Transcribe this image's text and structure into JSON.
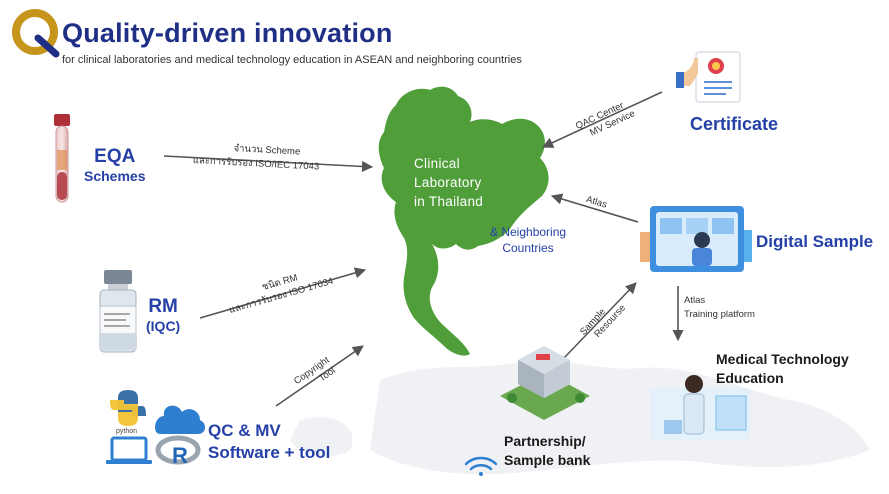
{
  "header": {
    "title": "Quality-driven innovation",
    "subtitle": "for clinical laboratories and medical technology education in ASEAN and neighboring countries"
  },
  "center": {
    "label_line1": "Clinical",
    "label_line2": "Laboratory",
    "label_line3": "in Thailand",
    "neighbor_line1": "& Neighboring",
    "neighbor_line2": "Countries"
  },
  "nodes": {
    "eqa": {
      "line1": "EQA",
      "line2": "Schemes"
    },
    "rm": {
      "line1": "RM",
      "line2": "(IQC)"
    },
    "qc": {
      "line1": "QC & MV",
      "line2": "Software + tool",
      "python_label": "python"
    },
    "certificate": {
      "label": "Certificate"
    },
    "digital": {
      "label": "Digital Sample"
    },
    "education": {
      "line1": "Medical Technology",
      "line2": "Education"
    },
    "partnership": {
      "line1": "Partnership/",
      "line2": "Sample bank"
    }
  },
  "edges": {
    "eqa": {
      "line1": "จำนวน Scheme",
      "line2": "และการรับรอง ISO/IEC 17043"
    },
    "rm": {
      "line1": "ชนิด RM",
      "line2": "และการรับรอง ISO 17034"
    },
    "qc": {
      "line1": "Copyright",
      "line2": "Tool"
    },
    "certificate": {
      "line1": "QAC Center",
      "line2": "MV Service"
    },
    "digital": {
      "label": "Atlas"
    },
    "education": {
      "line1": "Atlas",
      "line2": "Training platform"
    },
    "partnership": {
      "line1": "Sample",
      "line2": "Resourse"
    }
  },
  "colors": {
    "brand_blue": "#2541a8",
    "title_navy": "#1f2f86",
    "map_green": "#4f9e3a",
    "logo_gold": "#c8951c"
  }
}
